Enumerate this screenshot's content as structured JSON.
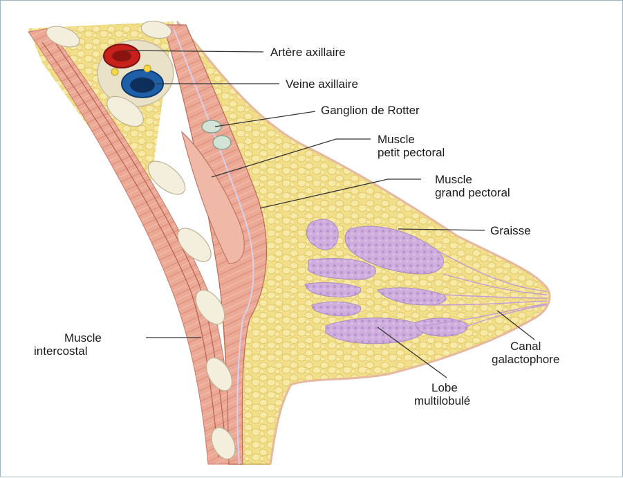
{
  "labels": {
    "artere_axillaire": "Artère axillaire",
    "veine_axillaire": "Veine axillaire",
    "ganglion_rotter": "Ganglion de Rotter",
    "petit_pectoral_1": "Muscle",
    "petit_pectoral_2": "petit pectoral",
    "grand_pectoral_1": "Muscle",
    "grand_pectoral_2": "grand pectoral",
    "graisse": "Graisse",
    "canal_1": "Canal",
    "canal_2": "galactophore",
    "lobe_1": "Lobe",
    "lobe_2": "multilobulé",
    "intercostal_1": "Muscle",
    "intercostal_2": "intercostal"
  },
  "colors": {
    "fat": "#f2df8a",
    "fat_lobule": "#e6c85a",
    "muscle": "#e8a08a",
    "muscle_light": "#f2bfae",
    "muscle_fiber": "#c86c5c",
    "gland": "#c8a6d8",
    "gland_dark": "#a67fc0",
    "bone": "#f4eedc",
    "artery": "#c8201a",
    "vein": "#1e5fa8",
    "line": "#333333"
  }
}
